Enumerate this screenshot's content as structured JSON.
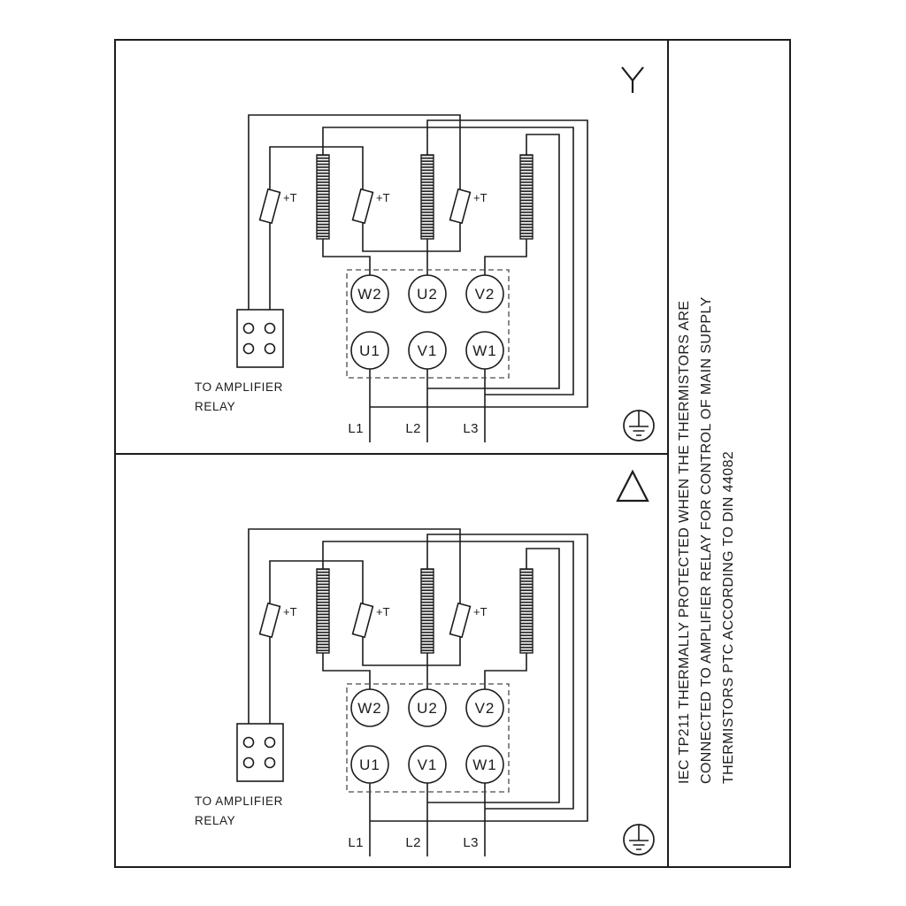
{
  "page": {
    "background": "#ffffff",
    "ink": "#1c1c1c"
  },
  "side_note": {
    "lines": [
      "IEC TP211 THERMALLY PROTECTED WHEN THE THERMISTORS ARE",
      "CONNECTED TO AMPLIFIER RELAY FOR CONTROL OF MAIN SUPPLY",
      "THERMISTORS PTC ACCORDING TO DIN 44082"
    ]
  },
  "panels": [
    {
      "id": "star",
      "connection": "star",
      "thermistor_labels": [
        "+T",
        "+T",
        "+T"
      ],
      "terminals_top": [
        "W2",
        "U2",
        "V2"
      ],
      "terminals_bottom": [
        "U1",
        "V1",
        "W1"
      ],
      "supply_labels": [
        "L1",
        "L2",
        "L3"
      ],
      "relay_note": [
        "TO AMPLIFIER",
        "RELAY"
      ]
    },
    {
      "id": "delta",
      "connection": "delta",
      "thermistor_labels": [
        "+T",
        "+T",
        "+T"
      ],
      "terminals_top": [
        "W2",
        "U2",
        "V2"
      ],
      "terminals_bottom": [
        "U1",
        "V1",
        "W1"
      ],
      "supply_labels": [
        "L1",
        "L2",
        "L3"
      ],
      "relay_note": [
        "TO AMPLIFIER",
        "RELAY"
      ]
    }
  ]
}
